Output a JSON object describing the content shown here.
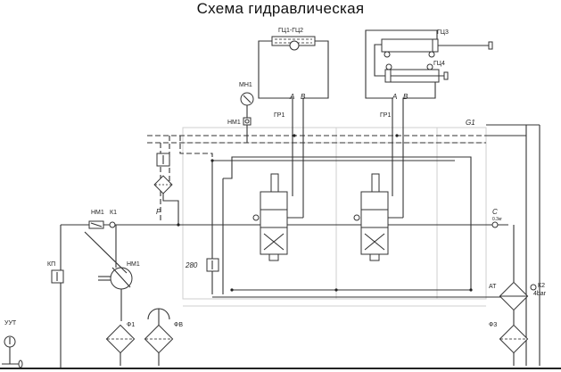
{
  "title": "Схема гидравлическая",
  "components": {
    "cylinder_top": "ГЦ1-ГЦ2",
    "cylinder_3": "ГЦ3",
    "cylinder_4": "ГЦ4",
    "manometer": "МН1",
    "gauge_valve": "НМ1",
    "distributor_1": "ГР1",
    "distributor_2": "ГР1",
    "port_a": "A",
    "port_b": "B",
    "line_g1": "G1",
    "pressure_line": "P",
    "return_line": "C",
    "check_value": "0.3кг",
    "relief_280": "280",
    "pump_label": "НМ1",
    "throttle": "НМ1",
    "check_k1": "К1",
    "relief_kp": "КП",
    "level_gauge": "УУТ",
    "filter_f1": "Ф1",
    "filter_fv": "ФВ",
    "heat_exchanger": "АТ",
    "filter_f3": "Ф3",
    "check_k2": "К2",
    "k2_pressure": "4bar"
  }
}
